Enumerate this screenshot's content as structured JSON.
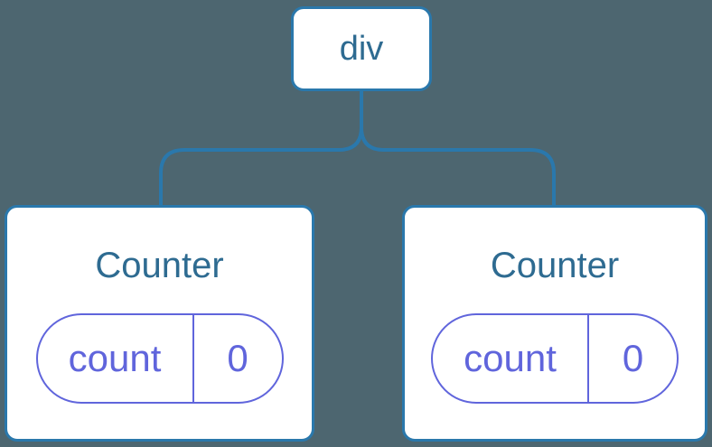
{
  "tree": {
    "root": {
      "label": "div"
    },
    "children": [
      {
        "title": "Counter",
        "state_key": "count",
        "state_value": "0"
      },
      {
        "title": "Counter",
        "state_key": "count",
        "state_value": "0"
      }
    ]
  },
  "colors": {
    "background": "#4D6670",
    "node_border": "#2A78AC",
    "node_text": "#2E6B91",
    "connector": "#2A78AC",
    "state_accent": "#6065DC",
    "card_background": "#FFFFFF"
  }
}
